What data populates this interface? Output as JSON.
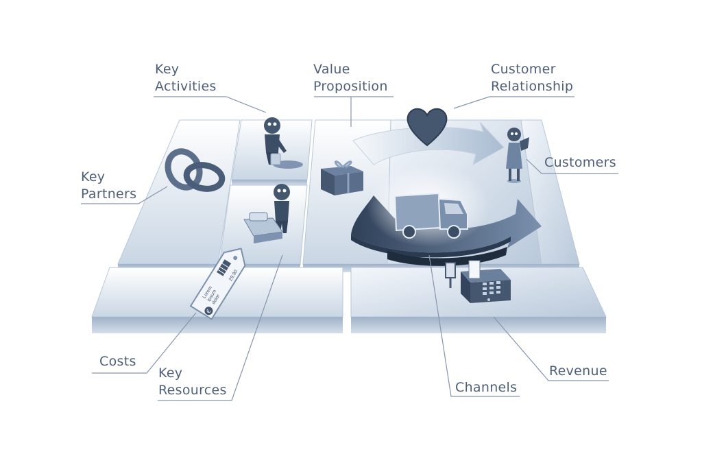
{
  "labels": {
    "key_activities": [
      "Key",
      "Activities"
    ],
    "value_proposition": [
      "Value",
      "Proposition"
    ],
    "customer_relationship": [
      "Customer",
      "Relationship"
    ],
    "customers": "Customers",
    "key_partners": [
      "Key",
      "Partners"
    ],
    "costs": "Costs",
    "key_resources": [
      "Key",
      "Resources"
    ],
    "channels": "Channels",
    "revenue": "Revenue"
  },
  "price_tag": {
    "line1": "Lorem",
    "line2": "ipsum",
    "line3": "dolor",
    "price": "29,90"
  },
  "colors": {
    "board_light": "#e4ebf3",
    "board_mid": "#c4d1e0",
    "board_edge": "#8fa3bd",
    "figure_dark": "#45566f",
    "label_text": "#4e5f78",
    "leader_line": "#8595ab"
  },
  "icons": [
    "rings-icon",
    "person-icon",
    "gift-box-icon",
    "heart-icon",
    "truck-icon",
    "customer-figure-icon",
    "price-tag-icon",
    "cash-register-icon",
    "euro-icon"
  ]
}
